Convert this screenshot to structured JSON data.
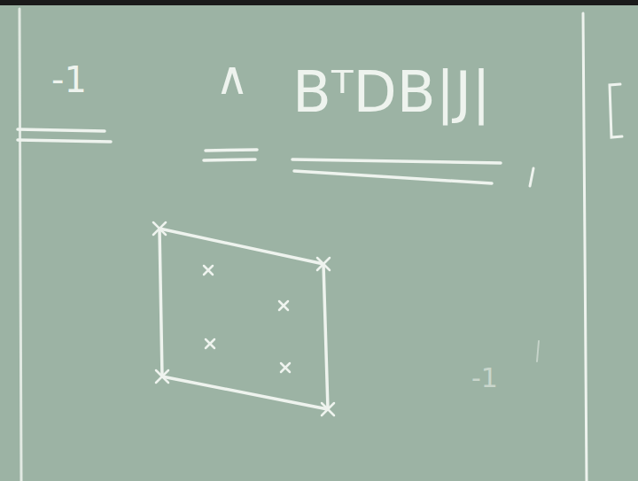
{
  "diagram": {
    "labels": [
      "-1",
      "∧",
      "BᵀDB|J|",
      "-1"
    ]
  }
}
